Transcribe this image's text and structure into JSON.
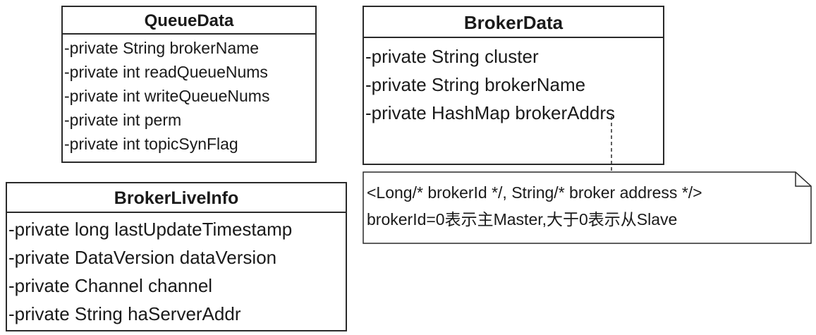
{
  "classes": {
    "queue": {
      "title": "QueueData",
      "attributes": [
        "-private String brokerName",
        "-private int readQueueNums",
        "-private int writeQueueNums",
        "-private int perm",
        "-private int topicSynFlag"
      ]
    },
    "broker": {
      "title": "BrokerData",
      "attributes": [
        "-private String cluster",
        "-private String brokerName",
        "-private HashMap brokerAddrs"
      ]
    },
    "live": {
      "title": "BrokerLiveInfo",
      "attributes": [
        "-private long lastUpdateTimestamp",
        "-private DataVersion dataVersion",
        "-private Channel channel",
        "-private String haServerAddr"
      ]
    }
  },
  "note": {
    "lines": [
      "<Long/* brokerId */, String/* broker address */>",
      "brokerId=0表示主Master,大于0表示从Slave"
    ]
  },
  "colors": {
    "border": "#2a2a2a",
    "text": "#1a1a1a",
    "background": "#ffffff"
  }
}
